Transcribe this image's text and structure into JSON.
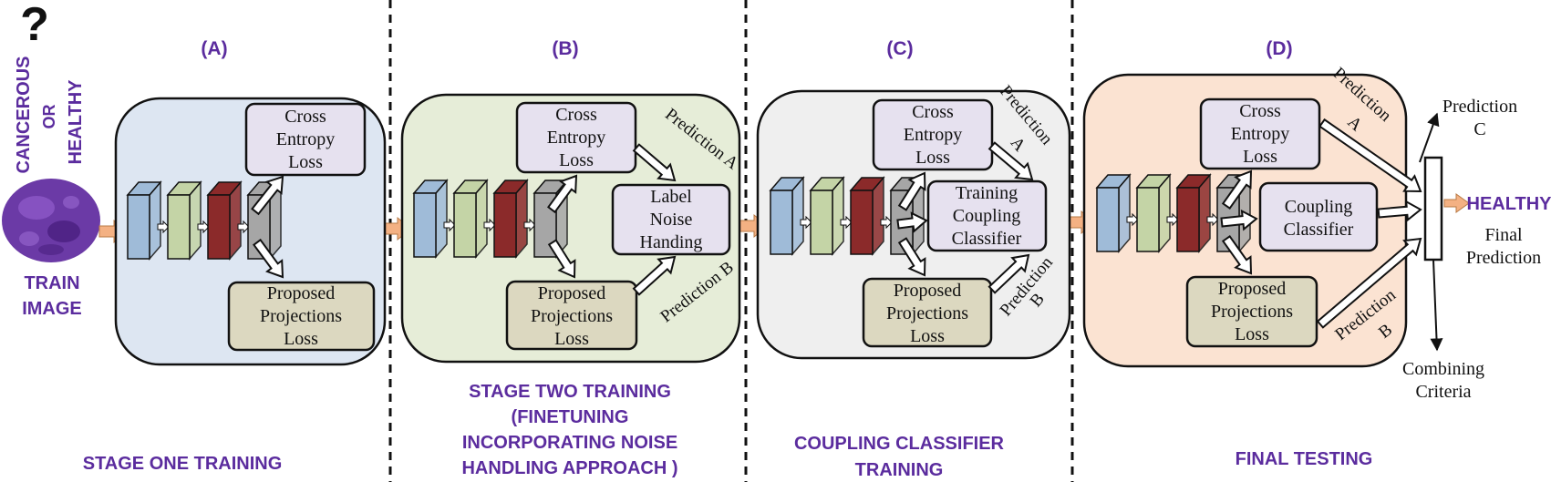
{
  "question_mark": "?",
  "input": {
    "side_label": [
      "CANCEROUS",
      "OR",
      "HEALTHY"
    ],
    "train_label": [
      "TRAIN",
      "IMAGE"
    ]
  },
  "panels": {
    "a": {
      "letter": "(A)",
      "cross_entropy": [
        "Cross",
        "Entropy",
        "Loss"
      ],
      "projections": [
        "Proposed",
        "Projections",
        "Loss"
      ],
      "stage_title": [
        "STAGE  ONE TRAINING"
      ]
    },
    "b": {
      "letter": "(B)",
      "cross_entropy": [
        "Cross",
        "Entropy",
        "Loss"
      ],
      "projections": [
        "Proposed",
        "Projections",
        "Loss"
      ],
      "module": [
        "Label",
        "Noise",
        "Handing"
      ],
      "pred_a": "Prediction A",
      "pred_b": "Prediction B",
      "stage_title": [
        "STAGE TWO TRAINING",
        "(FINETUNING",
        "INCORPORATING NOISE",
        "HANDLING APPROACH )"
      ]
    },
    "c": {
      "letter": "(C)",
      "cross_entropy": [
        "Cross",
        "Entropy",
        "Loss"
      ],
      "projections": [
        "Proposed",
        "Projections",
        "Loss"
      ],
      "module": [
        "Training",
        "Coupling",
        "Classifier"
      ],
      "pred_a": [
        "Prediction",
        "A"
      ],
      "pred_b": [
        "Prediction",
        "B"
      ],
      "stage_title": [
        "COUPLING CLASSIFIER",
        "TRAINING"
      ]
    },
    "d": {
      "letter": "(D)",
      "cross_entropy": [
        "Cross",
        "Entropy",
        "Loss"
      ],
      "projections": [
        "Proposed",
        "Projections",
        "Loss"
      ],
      "module": [
        "Coupling",
        "Classifier"
      ],
      "pred_a": [
        "Prediction",
        "A"
      ],
      "pred_b": [
        "Prediction",
        "B"
      ],
      "pred_c": [
        "Prediction",
        "C"
      ],
      "output": "HEALTHY",
      "final": [
        "Final",
        "Prediction"
      ],
      "combining": [
        "Combining",
        "Criteria"
      ],
      "stage_title": [
        "FINAL TESTING"
      ]
    }
  },
  "colors": {
    "title_purple": "#5b2c9e",
    "panel_a_fill": "#dde6f2",
    "panel_b_fill": "#e6edd8",
    "panel_c_fill": "#efefef",
    "panel_d_fill": "#fbe3d2",
    "loss_box_fill": "#e6e1ef",
    "proj_box_fill": "#dcd8c0",
    "input_arrow": "#f4b183",
    "layer_colors": [
      "#9fbbd8",
      "#c4d4a6",
      "#8b2a2a",
      "#a6a6a6"
    ]
  }
}
